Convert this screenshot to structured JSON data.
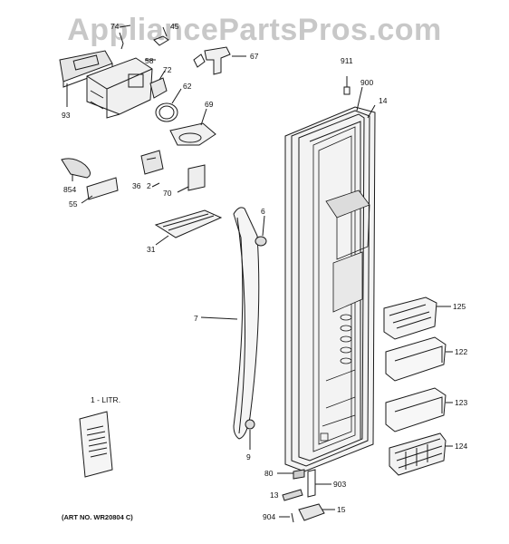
{
  "watermark": "AppliancePartsPros.com",
  "art_number": "(ART NO. WR20804 C)",
  "literature_label": "1 - LITR.",
  "callouts": {
    "c74": "74",
    "c45": "45",
    "c58": "58",
    "c67": "67",
    "c72": "72",
    "c62": "62",
    "c93": "93",
    "c69": "69",
    "c911": "911",
    "c900": "900",
    "c14": "14",
    "c854": "854",
    "c36": "36",
    "c2": "2",
    "c70": "70",
    "c55": "55",
    "c6": "6",
    "c31": "31",
    "c125": "125",
    "c7": "7",
    "c122": "122",
    "c123": "123",
    "c124": "124",
    "c9": "9",
    "c80": "80",
    "c903": "903",
    "c13": "13",
    "c904": "904",
    "c15": "15"
  }
}
